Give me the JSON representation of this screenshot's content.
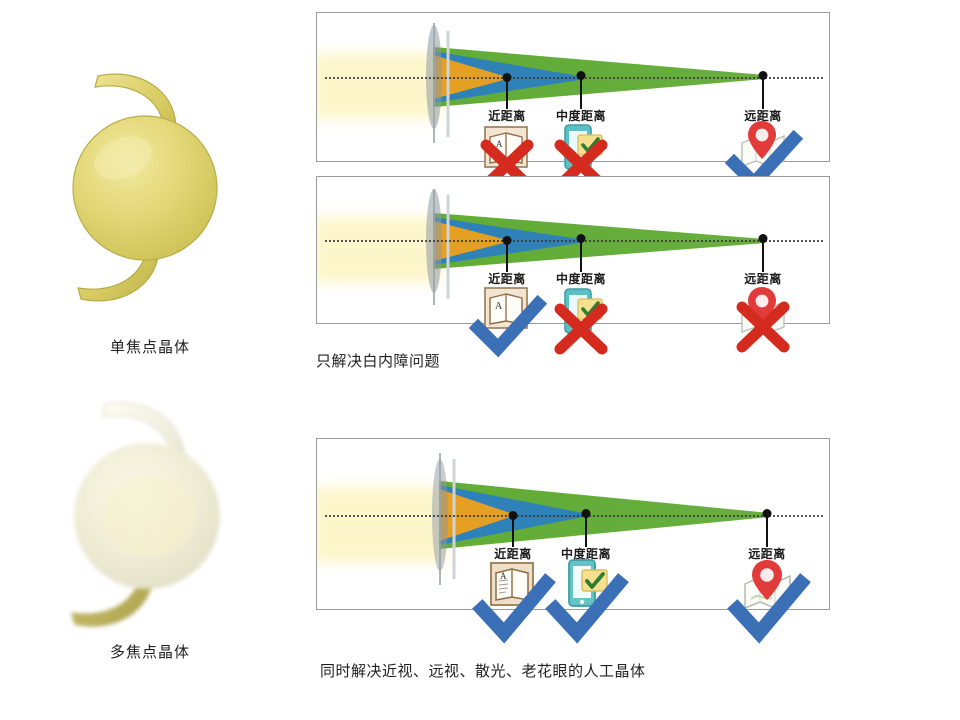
{
  "colors": {
    "near_cone": "#E8A020",
    "intermediate_cone": "#2B7FC0",
    "far_cone": "#5BA82E",
    "check_blue": "#3B6FB6",
    "cross_red": "#D52B1E",
    "panel_border": "#9a9a9a",
    "glow_yellow": "#fdf6c9",
    "marker_black": "#111111",
    "monofocal_lens": "#D9CE63",
    "multifocal_lens": "#EFEDE0"
  },
  "left_column": {
    "monofocal": {
      "caption": "单焦点晶体",
      "lens_name": "monofocal-iol"
    },
    "multifocal": {
      "caption": "多焦点晶体",
      "lens_name": "multifocal-iol"
    }
  },
  "distance_labels": {
    "near": "近距离",
    "intermediate": "中度距离",
    "far": "远距离"
  },
  "icon_names": {
    "near": "book-icon",
    "intermediate": "smartphone-icon",
    "far": "map-pin-icon",
    "check": "check-mark-icon",
    "cross": "cross-mark-icon"
  },
  "panels": [
    {
      "id": "panel-monofocal-distance",
      "near_verdict": "cross",
      "intermediate_verdict": "cross",
      "far_verdict": "check"
    },
    {
      "id": "panel-monofocal-near",
      "near_verdict": "check",
      "intermediate_verdict": "cross",
      "far_verdict": "cross"
    },
    {
      "id": "panel-multifocal",
      "near_verdict": "check",
      "intermediate_verdict": "check",
      "far_verdict": "check"
    }
  ],
  "captions": {
    "monofocal_note": "只解决白内障问题",
    "multifocal_note": "同时解决近视、远视、散光、老花眼的人工晶体"
  }
}
